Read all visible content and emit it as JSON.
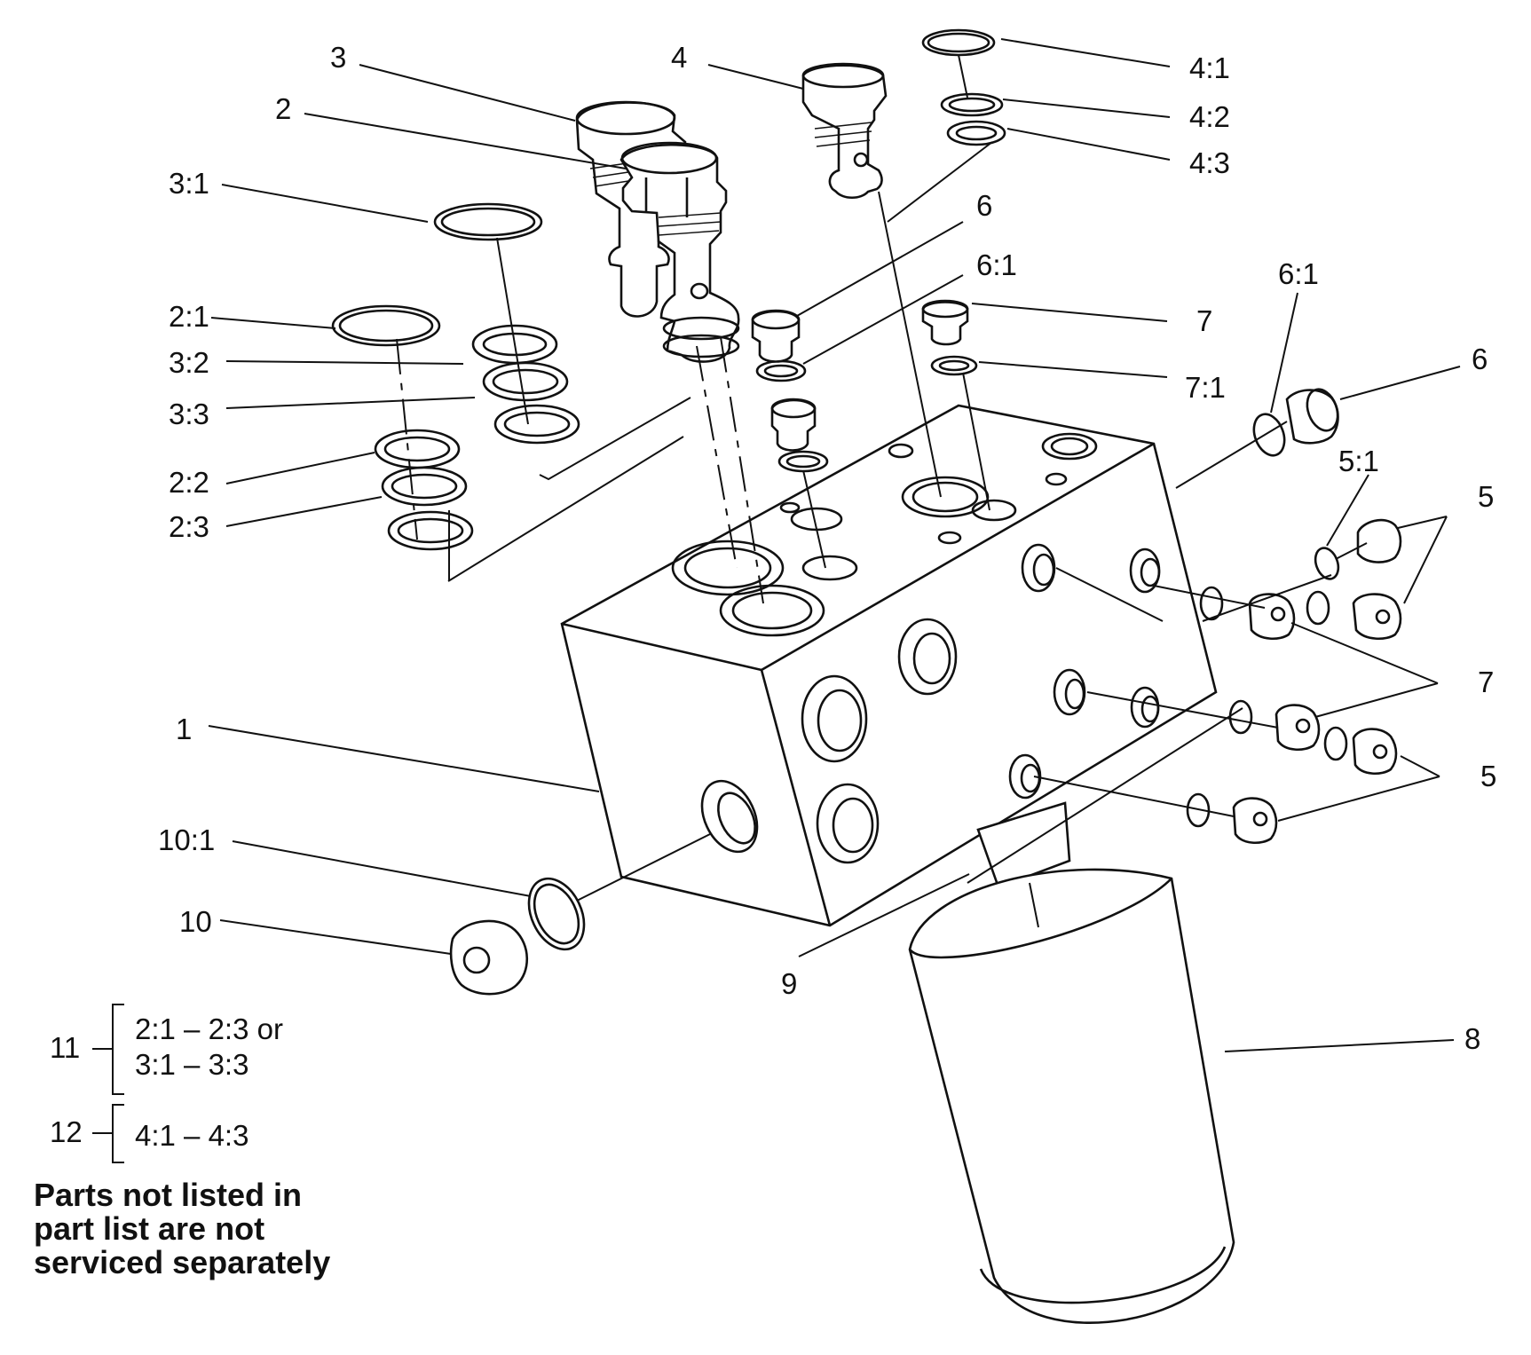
{
  "callouts": {
    "c1": "1",
    "c2": "2",
    "c2_1": "2:1",
    "c2_2": "2:2",
    "c2_3": "2:3",
    "c3": "3",
    "c3_1": "3:1",
    "c3_2": "3:2",
    "c3_3": "3:3",
    "c4": "4",
    "c4_1": "4:1",
    "c4_2": "4:2",
    "c4_3": "4:3",
    "c5_1": "5:1",
    "c5_a": "5",
    "c5_b": "5",
    "c6_a": "6",
    "c6_1_a": "6:1",
    "c6_1_b": "6:1",
    "c6_b": "6",
    "c7_a": "7",
    "c7_1": "7:1",
    "c7_b": "7",
    "c8": "8",
    "c9": "9",
    "c10": "10",
    "c10_1": "10:1"
  },
  "kits": [
    {
      "number": "11",
      "lines": [
        "2:1 – 2:3 or",
        "3:1 – 3:3"
      ]
    },
    {
      "number": "12",
      "lines": [
        "4:1 – 4:3"
      ]
    }
  ],
  "note": [
    "Parts not listed in",
    "part list are not",
    "serviced separately"
  ]
}
